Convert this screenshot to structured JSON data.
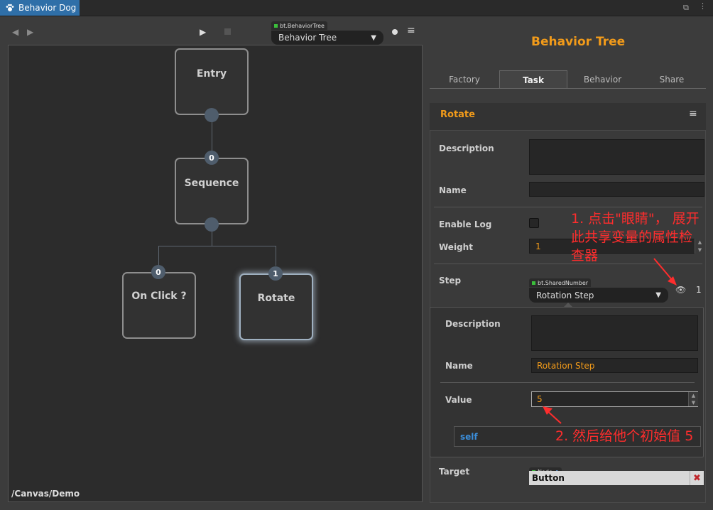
{
  "window": {
    "tab_title": "Behavior Dog",
    "restore_icon": "restore-icon",
    "more_icon": "more-icon"
  },
  "toolbar": {
    "tree_type_tag": "bt.BehaviorTree",
    "tree_select_value": "Behavior Tree",
    "icons": [
      "back-icon",
      "forward-icon",
      "play-icon",
      "stop-icon",
      "record-dot-icon",
      "menu-icon"
    ]
  },
  "graph": {
    "nodes": {
      "entry": "Entry",
      "sequence": "Sequence",
      "on_click": "On Click ?",
      "rotate": "Rotate"
    },
    "badges": {
      "sequence_in": "0",
      "on_click_in": "0",
      "rotate_in": "1"
    },
    "path": "/Canvas/Demo"
  },
  "inspector": {
    "title": "Behavior Tree",
    "tabs": [
      "Factory",
      "Task",
      "Behavior",
      "Share"
    ],
    "active_tab": "Task",
    "section_title": "Rotate",
    "labels": {
      "description": "Description",
      "name": "Name",
      "enable_log": "Enable Log",
      "weight": "Weight",
      "step": "Step",
      "target": "Target"
    },
    "values": {
      "description": "",
      "name": "",
      "enable_log": false,
      "weight": "1"
    },
    "step": {
      "tag": "bt.SharedNumber",
      "select_value": "Rotation Step",
      "count": "1"
    },
    "shared": {
      "labels": {
        "description": "Description",
        "name": "Name",
        "value": "Value"
      },
      "description": "",
      "name": "Rotation Step",
      "value": "5"
    },
    "self_text": "self",
    "target": {
      "tag": "Node",
      "value": "Button"
    }
  },
  "annotations": {
    "note1": [
      "1. 点击\"眼睛\"， 展开",
      "此共享变量的属性检",
      "查器"
    ],
    "note2": "2. 然后给他个初始值 5"
  },
  "colors": {
    "accent": "#f29b1a",
    "tab_blue": "#2f6fa8",
    "annotation": "#ff2d2d",
    "link": "#3b8fdc"
  }
}
